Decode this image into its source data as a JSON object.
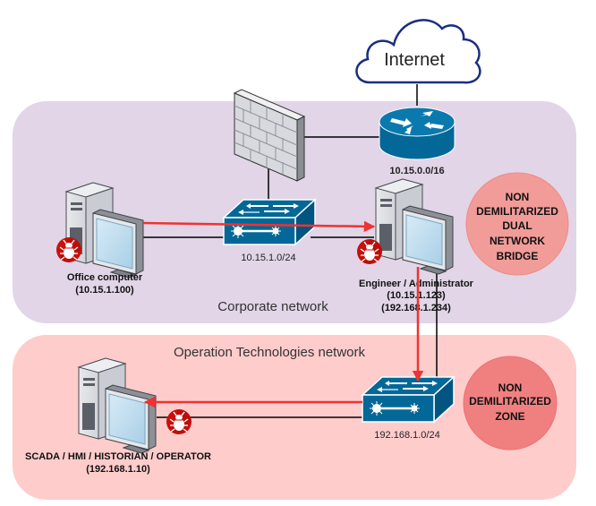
{
  "internet": {
    "label": "Internet"
  },
  "zones": {
    "corporate": {
      "label": "Corporate network",
      "fill": "#e1d5e7"
    },
    "ot": {
      "label": "Operation Technologies network",
      "fill": "#ffcccc"
    }
  },
  "badges": {
    "bridge": {
      "lines": [
        "NON",
        "DEMILITARIZED",
        "DUAL",
        "NETWORK",
        "BRIDGE"
      ],
      "fill": "#f19c99"
    },
    "zone": {
      "lines": [
        "NON",
        "DEMILITARIZED",
        "ZONE"
      ],
      "fill": "#f08080"
    }
  },
  "devices": {
    "router": {
      "subnet": "10.15.0.0/16"
    },
    "corp_switch": {
      "subnet": "10.15.1.0/24"
    },
    "ot_switch": {
      "subnet": "192.168.1.0/24"
    },
    "office": {
      "name": "Office computer",
      "ip": "(10.15.1.100)"
    },
    "engineer": {
      "name": "Engineer / Administrator",
      "ip1": "(10.15.1.123)",
      "ip2": "(192.168.1.234)"
    },
    "scada": {
      "name": "SCADA / HMI / HISTORIAN / OPERATOR",
      "ip": "(192.168.1.10)"
    }
  },
  "colors": {
    "attack_path": "#f03232",
    "link": "#000000",
    "device_blue": "#036897",
    "bug_red": "#c8100c"
  },
  "icons": {
    "cloud": "cloud-icon",
    "router": "router-icon",
    "firewall": "firewall-icon",
    "switch": "switch-icon",
    "workstation": "workstation-icon",
    "malware": "bug-icon"
  }
}
